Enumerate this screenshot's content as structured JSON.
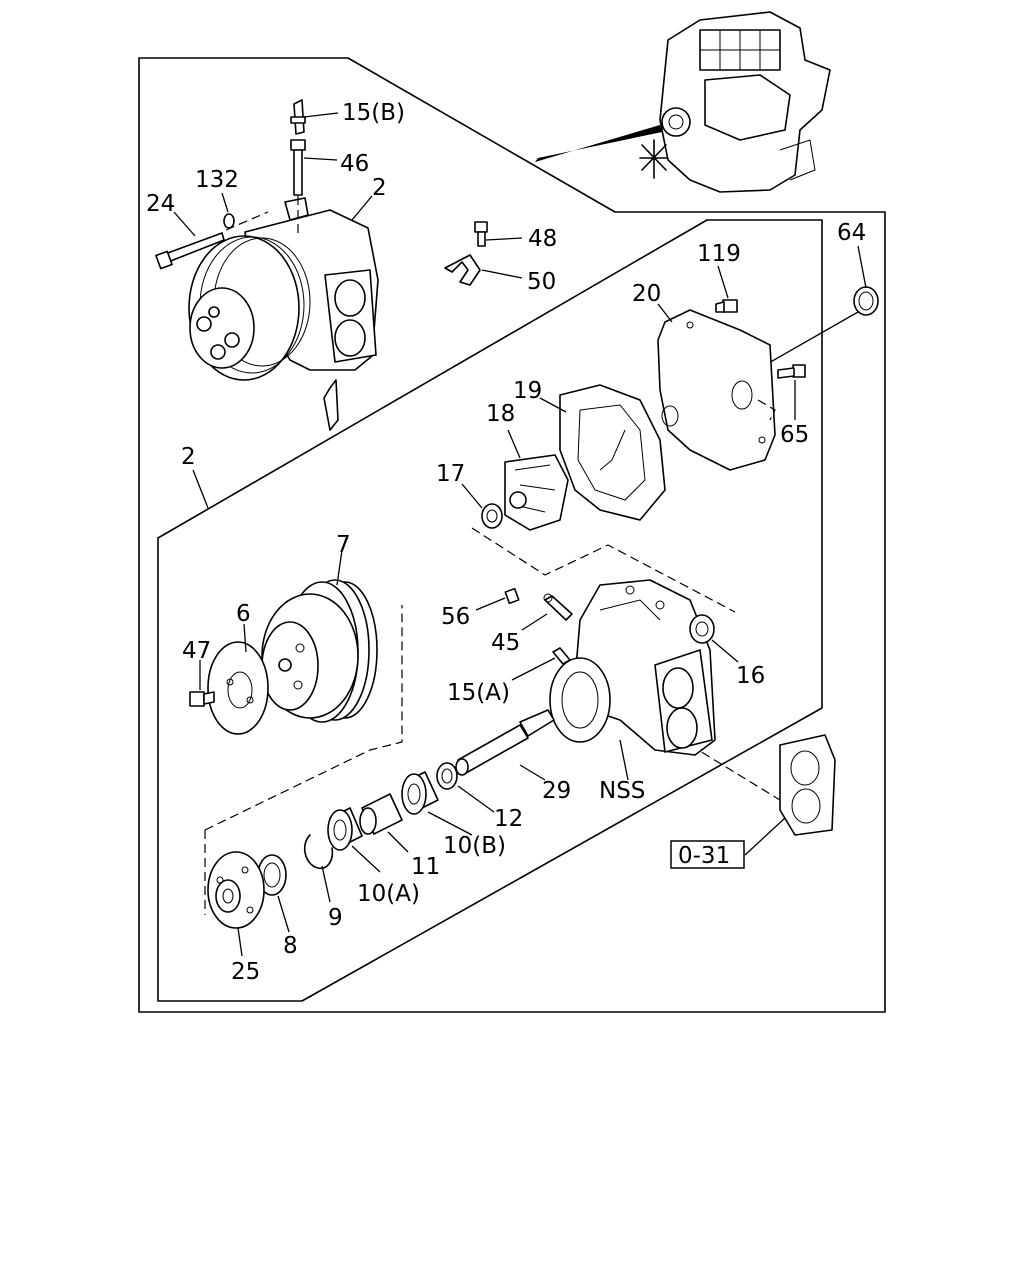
{
  "callouts": {
    "c_15b": "15(B)",
    "c_46": "46",
    "c_132": "132",
    "c_24": "24",
    "c_2_top": "2",
    "c_48": "48",
    "c_50": "50",
    "c_64": "64",
    "c_119": "119",
    "c_20": "20",
    "c_19": "19",
    "c_18": "18",
    "c_17": "17",
    "c_65": "65",
    "c_2_mid": "2",
    "c_7": "7",
    "c_6": "6",
    "c_47": "47",
    "c_56": "56",
    "c_45": "45",
    "c_15a": "15(A)",
    "c_16": "16",
    "c_29": "29",
    "c_nss": "NSS",
    "c_12": "12",
    "c_10b": "10(B)",
    "c_11": "11",
    "c_10a": "10(A)",
    "c_9": "9",
    "c_8": "8",
    "c_25": "25"
  },
  "reference_box": "0-31"
}
